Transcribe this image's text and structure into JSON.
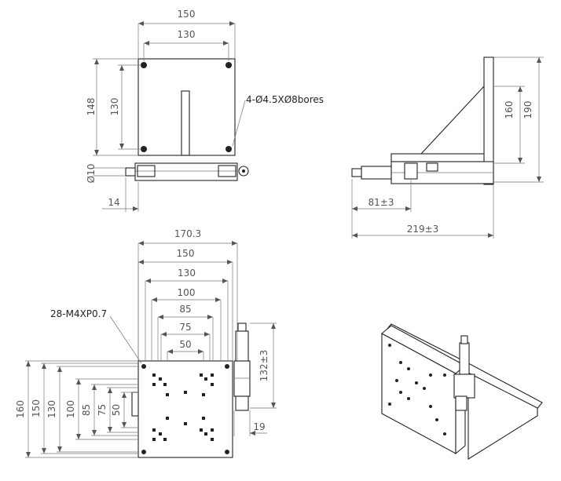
{
  "colors": {
    "line": "#222222",
    "dimension": "#555555",
    "background": "#ffffff"
  },
  "top_view": {
    "width_outer": "150",
    "width_inner": "130",
    "height_outer": "148",
    "height_inner": "130",
    "bore_note": "4-Ø4.5XØ8bores",
    "shaft_dia": "Ø10",
    "shaft_len": "14"
  },
  "side_view": {
    "height_inner": "160",
    "height_outer": "190",
    "micrometer_offset": "81±3",
    "total_length": "219±3"
  },
  "front_view": {
    "thread_note": "28-M4XP0.7",
    "h_dims": [
      "170.3",
      "150",
      "130",
      "100",
      "85",
      "75",
      "50"
    ],
    "v_dims": [
      "160",
      "150",
      "130",
      "100",
      "85",
      "75",
      "50"
    ],
    "micrometer_height": "132±3",
    "micrometer_offset": "19"
  }
}
